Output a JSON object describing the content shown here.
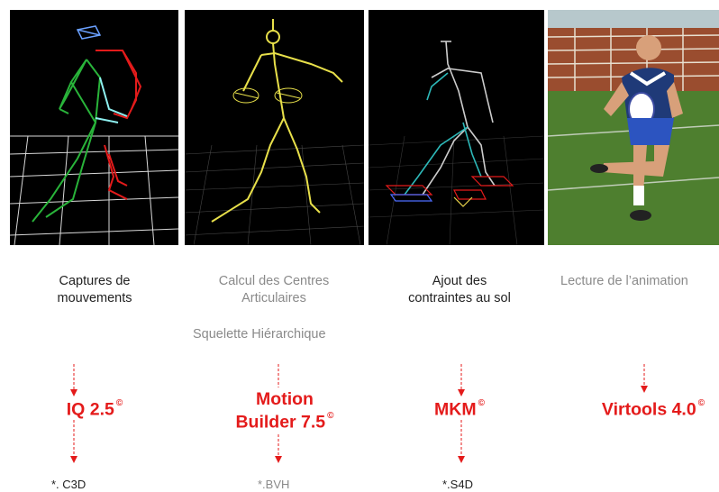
{
  "panels": [
    {
      "name": "motion-capture-panel"
    },
    {
      "name": "joint-centers-panel"
    },
    {
      "name": "ground-constraints-panel"
    },
    {
      "name": "animation-playback-panel"
    }
  ],
  "steps": [
    {
      "caption": "Captures de\nmouvements",
      "tool": "IQ 2.5",
      "format": "*. C3D"
    },
    {
      "caption": "Calcul des Centres\nArticulaires",
      "subcaption": "Squelette Hiérarchique",
      "tool": "Motion\nBuilder 7.5",
      "format": "*.BVH"
    },
    {
      "caption": "Ajout des\ncontraintes au sol",
      "tool": "MKM",
      "format": "*.S4D"
    },
    {
      "caption": "Lecture de l’animation",
      "tool": "Virtools 4.0"
    }
  ],
  "copyright_symbol": "©",
  "colors": {
    "accent": "#e41b1b",
    "muted": "#8a8a8a",
    "panel_bg": "#000000"
  }
}
